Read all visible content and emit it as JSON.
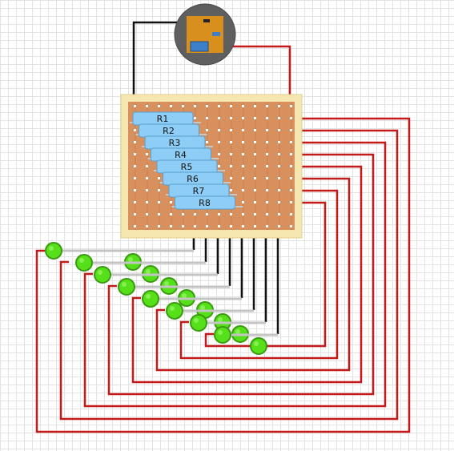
{
  "resistors": [
    {
      "label": "R1"
    },
    {
      "label": "R2"
    },
    {
      "label": "R3"
    },
    {
      "label": "R4"
    },
    {
      "label": "R5"
    },
    {
      "label": "R6"
    },
    {
      "label": "R7"
    },
    {
      "label": "R8"
    }
  ],
  "led_pairs_count": 8,
  "colors": {
    "board_border": "#f6e7b0",
    "board_copper": "#d8905e",
    "resistor_body": "#8ecdf5",
    "led": "#55e01a",
    "wire_red": "#c41a1a",
    "wire_black": "#111111",
    "battery": "#5f5f5f",
    "battery_pcb": "#d88f1e"
  }
}
